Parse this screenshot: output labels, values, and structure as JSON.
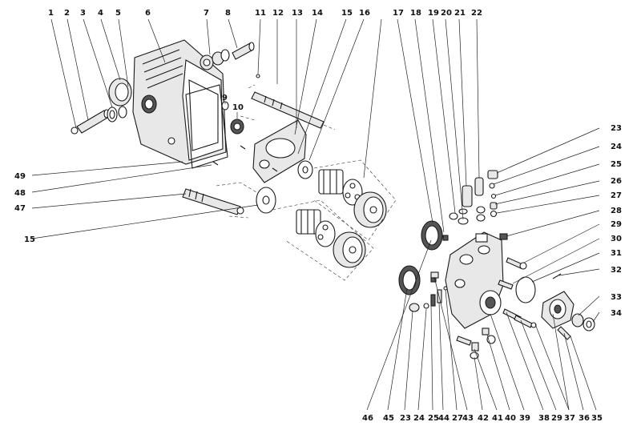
{
  "callouts": [
    "1",
    "2",
    "3",
    "4",
    "5",
    "6",
    "7",
    "8",
    "9",
    "10",
    "11",
    "12",
    "13",
    "14",
    "15",
    "15",
    "16",
    "17",
    "18",
    "19",
    "20",
    "21",
    "22",
    "23",
    "24",
    "25",
    "26",
    "27",
    "28",
    "29",
    "30",
    "31",
    "32",
    "33",
    "34",
    "47",
    "48",
    "49",
    "46",
    "45",
    "23",
    "24",
    "25",
    "44",
    "27",
    "43",
    "42",
    "41",
    "40",
    "39",
    "38",
    "29",
    "37",
    "36",
    "35"
  ]
}
